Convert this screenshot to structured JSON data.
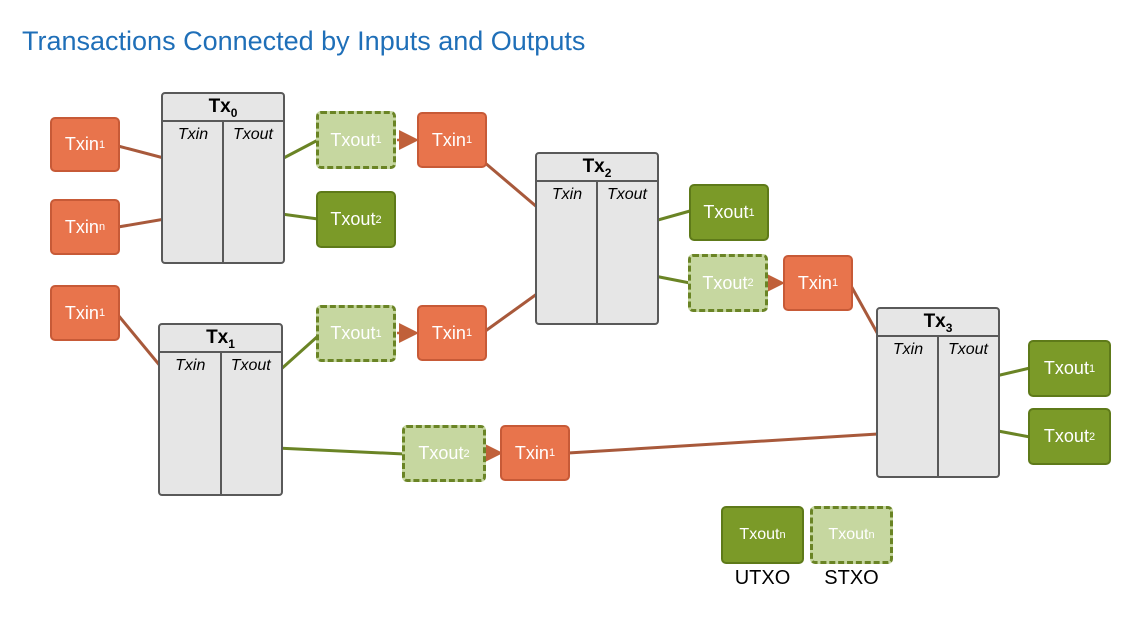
{
  "title": "Transactions Connected by Inputs and Outputs",
  "colors": {
    "input": "#e8744c",
    "utxo": "#7b9a28",
    "stxo": "#c6d7a0",
    "title": "#1f6fb8"
  },
  "transactions": [
    {
      "id": "tx0",
      "name": "Tx",
      "sub": "0",
      "col_in": "Txin",
      "col_out": "Txout"
    },
    {
      "id": "tx1",
      "name": "Tx",
      "sub": "1",
      "col_in": "Txin",
      "col_out": "Txout"
    },
    {
      "id": "tx2",
      "name": "Tx",
      "sub": "2",
      "col_in": "Txin",
      "col_out": "Txout"
    },
    {
      "id": "tx3",
      "name": "Tx",
      "sub": "3",
      "col_in": "Txin",
      "col_out": "Txout"
    }
  ],
  "inputs": [
    {
      "label": "Txin",
      "sub": "1"
    },
    {
      "label": "Txin",
      "sub": "n"
    },
    {
      "label": "Txin",
      "sub": "1"
    },
    {
      "label": "Txin",
      "sub": "1"
    },
    {
      "label": "Txin",
      "sub": "1"
    },
    {
      "label": "Txin",
      "sub": "1"
    },
    {
      "label": "Txin",
      "sub": "1"
    }
  ],
  "outputs": [
    {
      "label": "Txout",
      "sub": "1",
      "state": "STXO"
    },
    {
      "label": "Txout",
      "sub": "2",
      "state": "UTXO"
    },
    {
      "label": "Txout",
      "sub": "1",
      "state": "STXO"
    },
    {
      "label": "Txout",
      "sub": "2",
      "state": "STXO"
    },
    {
      "label": "Txout",
      "sub": "1",
      "state": "UTXO"
    },
    {
      "label": "Txout",
      "sub": "2",
      "state": "STXO"
    },
    {
      "label": "Txout",
      "sub": "1",
      "state": "UTXO"
    },
    {
      "label": "Txout",
      "sub": "2",
      "state": "UTXO"
    }
  ],
  "legend": [
    {
      "label": "Txout",
      "sub": "n",
      "caption": "UTXO"
    },
    {
      "label": "Txout",
      "sub": "n",
      "caption": "STXO"
    }
  ]
}
